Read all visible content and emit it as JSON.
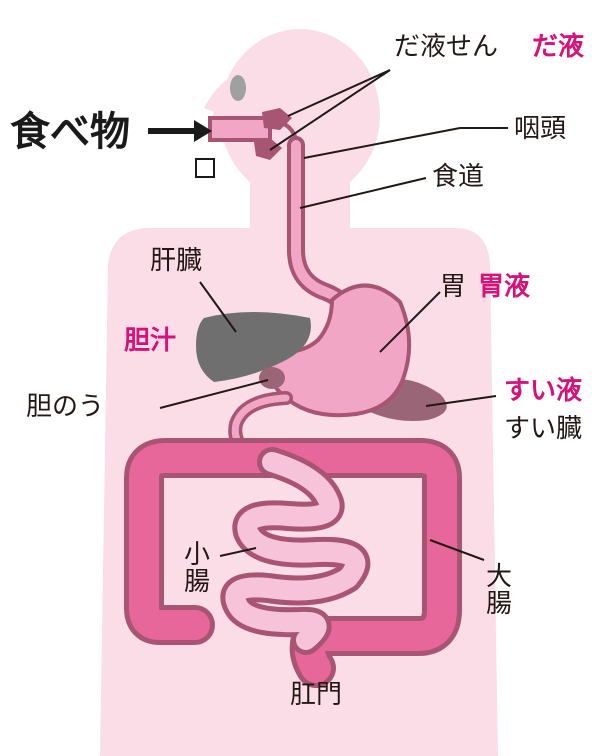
{
  "labels": {
    "food": "食べ物",
    "salivary_gland": "だ液せん",
    "saliva": "だ液",
    "pharynx": "咽頭",
    "esophagus": "食道",
    "liver": "肝臓",
    "stomach": "胃",
    "gastric_juice": "胃液",
    "bile": "胆汁",
    "gallbladder": "胆のう",
    "pancreatic_juice": "すい液",
    "pancreas": "すい臓",
    "small_intestine": "小腸",
    "large_intestine": "大腸",
    "anus": "肛門"
  },
  "colors": {
    "body_fill": "#fbdde8",
    "organ_fill": "#f2a6c6",
    "organ_outline": "#a85574",
    "colon_fill": "#e7679a",
    "liver_fill": "#6f6f6f",
    "pancreas_fill": "#9b6578",
    "label_text": "#231815",
    "accent_text": "#d6117a"
  },
  "icons": {
    "food_arrow": "arrow-right-icon",
    "blank_box": "checkbox-square-icon"
  }
}
